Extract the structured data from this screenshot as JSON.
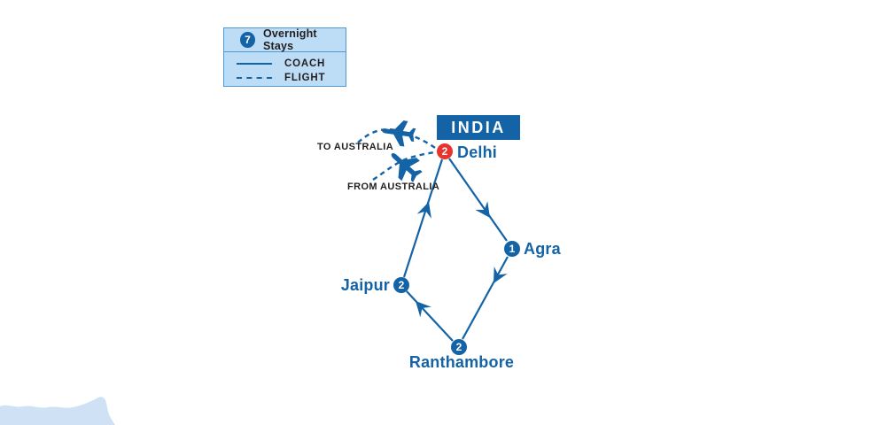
{
  "legend": {
    "overnight_count": "7",
    "overnight_label": "Overnight Stays",
    "coach_label": "COACH",
    "flight_label": "FLIGHT"
  },
  "map": {
    "country_label": "INDIA",
    "cities": [
      {
        "name": "Delhi",
        "nights": "2",
        "marker_color": "#e9332d"
      },
      {
        "name": "Agra",
        "nights": "1",
        "marker_color": "#1363a6"
      },
      {
        "name": "Jaipur",
        "nights": "2",
        "marker_color": "#1363a6"
      },
      {
        "name": "Ranthambore",
        "nights": "2",
        "marker_color": "#1363a6"
      }
    ],
    "flight_annotations": [
      {
        "label": "TO AUSTRALIA"
      },
      {
        "label": "FROM AUSTRALIA"
      }
    ],
    "route_type_between_cities": "coach",
    "icons": {
      "airplane": "airplane-icon"
    }
  },
  "colors": {
    "primary_blue": "#1363a6",
    "accent_red": "#e9332d",
    "legend_background": "#bddcf5",
    "legend_border": "#4d9ad6",
    "landmass_light_blue": "#cfe2f5",
    "dark_text": "#231f20",
    "background": "#ffffff"
  }
}
